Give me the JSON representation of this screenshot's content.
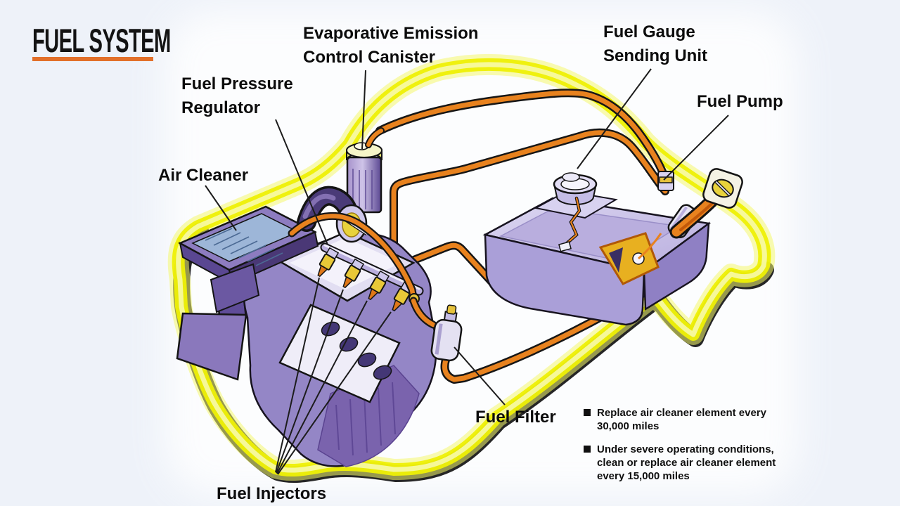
{
  "title": {
    "text": "FUEL SYSTEM"
  },
  "labels": {
    "evap_canister": {
      "line1": "Evaporative Emission",
      "line2": "Control Canister"
    },
    "fuel_pressure_regulator": {
      "line1": "Fuel Pressure",
      "line2": "Regulator"
    },
    "air_cleaner": {
      "line1": "Air Cleaner"
    },
    "fuel_gauge_sending_unit": {
      "line1": "Fuel Gauge",
      "line2": "Sending Unit"
    },
    "fuel_pump": {
      "line1": "Fuel Pump"
    },
    "fuel_filter": {
      "line1": "Fuel Filter"
    },
    "fuel_injectors": {
      "line1": "Fuel Injectors"
    }
  },
  "notes": {
    "note1": {
      "line1": "Replace air cleaner element every",
      "line2": "30,000 miles"
    },
    "note2": {
      "line1": "Under severe operating conditions,",
      "line2": "clean or replace air cleaner element",
      "line3": "every 15,000 miles"
    }
  },
  "colors": {
    "background": "#eef2f9",
    "title_text": "#131313",
    "title_underline": "#e2702a",
    "car_outline_yellow": "#eef005",
    "fuel_line_orange": "#e8821e",
    "engine_purple": "#9486c6",
    "tank_lavender": "#cfc8ec",
    "injector_yellow": "#e8c838",
    "label_text": "#0c0c0c"
  }
}
